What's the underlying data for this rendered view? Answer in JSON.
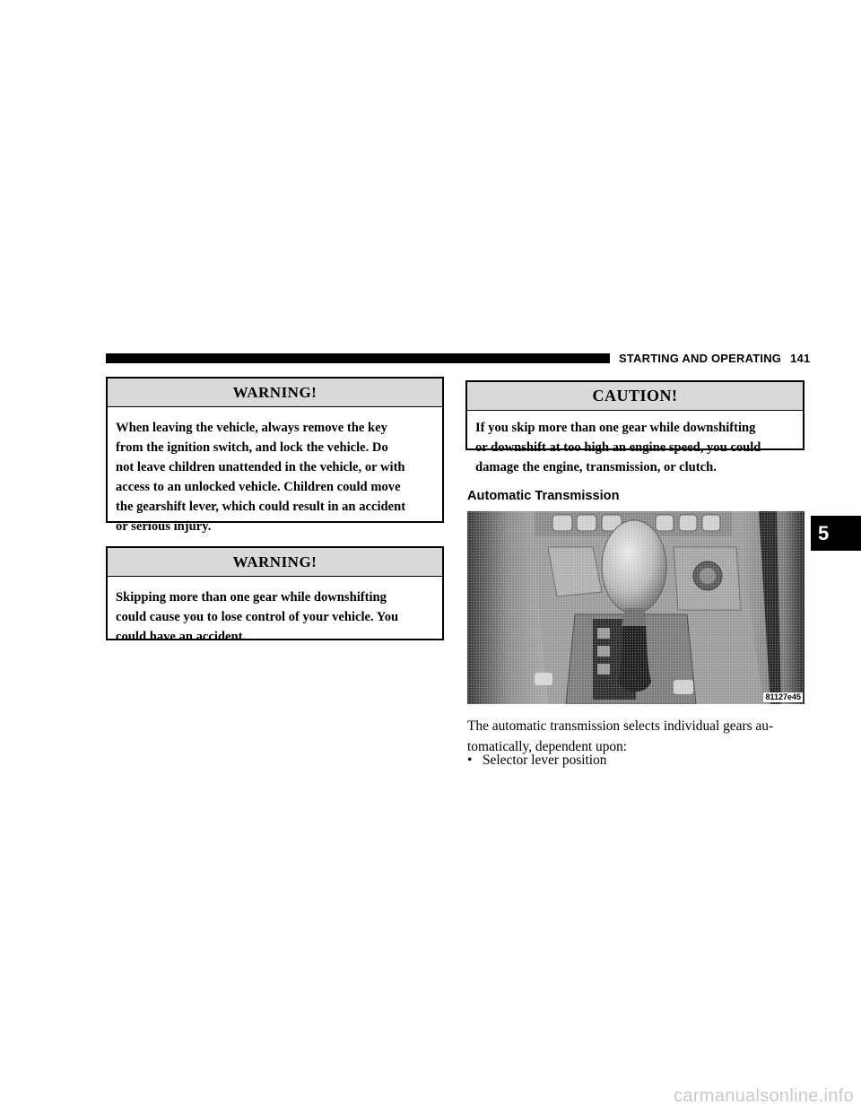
{
  "header": {
    "section": "STARTING AND OPERATING",
    "page_number": "141"
  },
  "warning1": {
    "title": "WARNING!",
    "lines": [
      "When leaving the vehicle, always remove the key",
      "from the ignition switch, and lock the vehicle. Do",
      "not leave children unattended in the vehicle, or with",
      "access to an unlocked vehicle. Children could move",
      "the gearshift lever, which could result in an accident",
      "or serious injury."
    ]
  },
  "warning2": {
    "title": "WARNING!",
    "lines": [
      "Skipping more than one gear while downshifting",
      "could cause you to lose control of your vehicle. You",
      "could have an accident."
    ]
  },
  "caution": {
    "title": "CAUTION!",
    "lines": [
      "If you skip more than one gear while downshifting",
      "or downshift at too high an engine speed, you could",
      "damage the engine, transmission, or clutch."
    ]
  },
  "automatic": {
    "heading": "Automatic Transmission",
    "image_code": "81127e45",
    "para_lines": [
      "The automatic transmission selects individual gears au-",
      "tomatically, dependent upon:"
    ],
    "bullet_symbol": "•",
    "bullets": [
      "Selector lever position"
    ]
  },
  "chapter_tab": "5",
  "watermark": "carmanualsonline.info"
}
